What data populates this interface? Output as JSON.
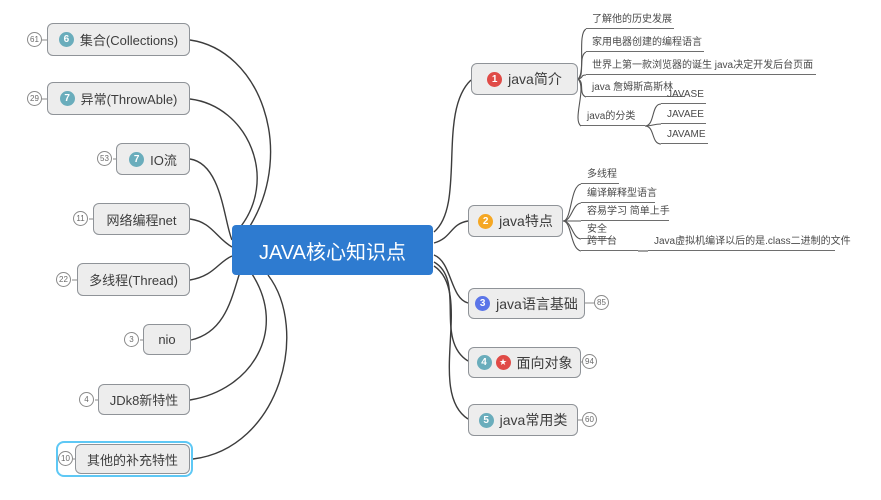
{
  "title": "JAVA核心知识点",
  "colors": {
    "root_bg": "#2e7bd0",
    "node_bg": "#ededed",
    "node_border": "#8f9398",
    "connector": "#3c3c3c",
    "badge_teal": "#6aadbc",
    "badge_red": "#e04b47",
    "badge_orange": "#f5a723",
    "badge_blue": "#5b75e8",
    "selection_outline": "#5ec8f5"
  },
  "root": {
    "label": "JAVA核心知识点"
  },
  "left_nodes": {
    "collections": {
      "badge": "6",
      "label": "集合(Collections)",
      "count": "61"
    },
    "throwable": {
      "badge": "7",
      "label": "异常(ThrowAble)",
      "count": "29"
    },
    "io": {
      "badge": "7",
      "label": "IO流",
      "count": "53"
    },
    "net": {
      "label": "网络编程net",
      "count": "11"
    },
    "thread": {
      "label": "多线程(Thread)",
      "count": "22"
    },
    "nio": {
      "label": "nio",
      "count": "3"
    },
    "jdk8": {
      "label": "JDk8新特性",
      "count": "4"
    },
    "other": {
      "label": "其他的补充特性",
      "count": "10",
      "selected": true
    }
  },
  "right_nodes": {
    "intro": {
      "badge": "1",
      "label": "java简介",
      "children": [
        "了解他的历史发展",
        "家用电器创建的编程语言",
        "世界上第一款浏览器的诞生 java决定开发后台页面",
        "java 詹姆斯高斯林"
      ],
      "classify": {
        "label": "java的分类",
        "children": [
          "JAVASE",
          "JAVAEE",
          "JAVAME"
        ]
      }
    },
    "features": {
      "badge": "2",
      "label": "java特点",
      "children": [
        "多线程",
        "编译解释型语言",
        "容易学习 简单上手",
        "安全"
      ],
      "cross": {
        "label": "跨平台",
        "child": "Java虚拟机编译以后的是.class二进制的文件"
      }
    },
    "basics": {
      "badge": "3",
      "label": "java语言基础",
      "count": "85"
    },
    "oop": {
      "badge": "4",
      "badge_star": "★",
      "label": "面向对象",
      "count": "94"
    },
    "common": {
      "badge": "5",
      "label": "java常用类",
      "count": "60"
    }
  }
}
